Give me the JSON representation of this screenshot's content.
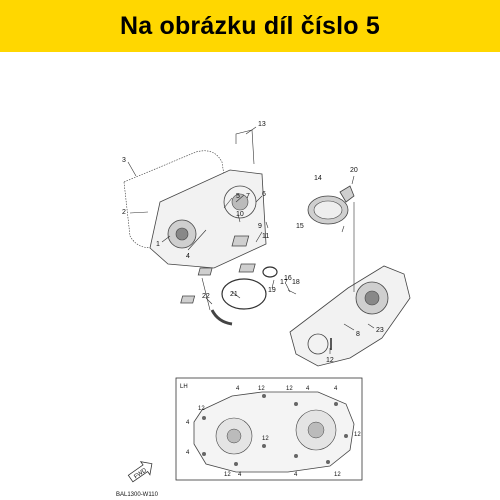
{
  "banner": {
    "text": "Na obrázku díl číslo 5",
    "background": "#ffd700"
  },
  "callouts": [
    "13",
    "3",
    "2",
    "1",
    "4",
    "5",
    "6",
    "7",
    "10",
    "9",
    "11",
    "14",
    "20",
    "15",
    "16",
    "17",
    "19",
    "18",
    "21",
    "22",
    "8",
    "23",
    "12"
  ],
  "inset": {
    "label": "LH",
    "callouts": [
      "4",
      "12",
      "12",
      "4",
      "4",
      "12",
      "4",
      "4",
      "12",
      "12",
      "4",
      "4",
      "12",
      "12"
    ]
  },
  "badge": "FWD",
  "diagram_code": "BAL1300-W110"
}
